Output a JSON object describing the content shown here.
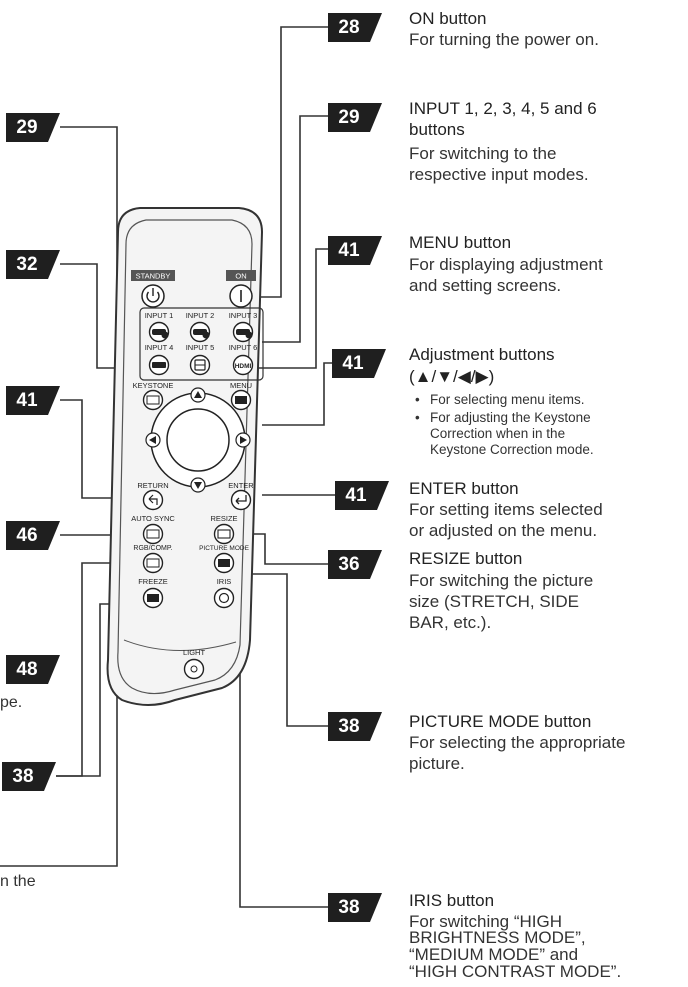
{
  "callouts": [
    {
      "id": "on",
      "page": "28",
      "title": "ON button",
      "desc": [
        "For turning the power on."
      ]
    },
    {
      "id": "input",
      "page": "29",
      "title": "INPUT 1, 2, 3, 4, 5 and 6",
      "title2": "buttons",
      "desc": [
        "For switching to the",
        "respective input modes."
      ]
    },
    {
      "id": "menu",
      "page": "41",
      "title": "MENU button",
      "desc": [
        "For displaying adjustment",
        "and setting screens."
      ]
    },
    {
      "id": "adjust",
      "page": "41",
      "title": "Adjustment buttons",
      "title2": "(▲/▼/◀/▶)",
      "bullets": [
        [
          "For selecting menu items."
        ],
        [
          "For adjusting the Keystone",
          "Correction when in the",
          "Keystone Correction mode."
        ]
      ]
    },
    {
      "id": "enter",
      "page": "41",
      "title": "ENTER button",
      "desc": [
        "For setting items selected",
        "or adjusted on the menu."
      ]
    },
    {
      "id": "resize",
      "page": "36",
      "title": "RESIZE button",
      "desc": [
        "For switching the picture",
        "size (STRETCH, SIDE",
        "BAR, etc.)."
      ]
    },
    {
      "id": "picture",
      "page": "38",
      "title": "PICTURE MODE button",
      "desc": [
        "For selecting the appropriate",
        "picture."
      ]
    },
    {
      "id": "iris",
      "page": "38",
      "title": "IRIS button",
      "desc": [
        "For switching “HIGH",
        "BRIGHTNESS MODE”,",
        "“MEDIUM MODE” and",
        "“HIGH CONTRAST MODE”."
      ]
    }
  ],
  "left_badges": {
    "standby": "29",
    "keystone": "32",
    "return": "41",
    "autosync": "46",
    "rgb": "48",
    "freeze": "38"
  },
  "fragments": {
    "pe": "pe.",
    "nthe": "n the"
  },
  "remote": {
    "standby": "STANDBY",
    "on": "ON",
    "input1": "INPUT 1",
    "input2": "INPUT 2",
    "input3": "INPUT 3",
    "input4": "INPUT 4",
    "input5": "INPUT 5",
    "input6": "INPUT 6",
    "hdmi": "HDMI",
    "keystone": "KEYSTONE",
    "menu": "MENU",
    "return": "RETURN",
    "enter": "ENTER",
    "autosync": "AUTO SYNC",
    "resize": "RESIZE",
    "rgb": "RGB/COMP.",
    "picture": "PICTURE MODE",
    "freeze": "FREEZE",
    "iris": "IRIS",
    "light": "LIGHT"
  },
  "colors": {
    "badge": "#1f1f1f",
    "text": "#222222",
    "line": "#333333"
  }
}
